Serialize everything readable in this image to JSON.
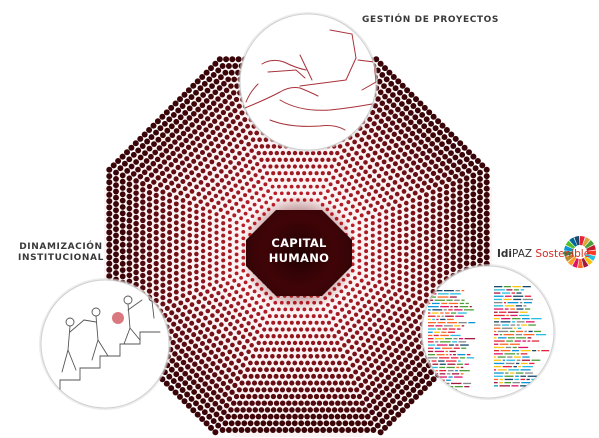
{
  "nodes": {
    "top": {
      "label": "GESTIÓN DE PROYECTOS"
    },
    "left": {
      "line1": "DINAMIZACIÓN",
      "line2": "INSTITUCIONAL"
    },
    "center": {
      "line1": "CAPITAL",
      "line2": "HUMANO"
    }
  },
  "brand": {
    "prefix": "Idi",
    "name": "PAZ",
    "suffix": " Sostenible"
  },
  "colors": {
    "dot_dark": "#3a0508",
    "dot_red": "#c0202a",
    "core": "#2a0204",
    "label_text": "#3a3a3a",
    "brand_red": "#d42a1e",
    "sketch": "#a8323a"
  },
  "icons": [
    "project-sketch-icon",
    "team-climbing-sketch-icon",
    "sdg-wheel-icon",
    "sdg-text-collage-icon"
  ]
}
